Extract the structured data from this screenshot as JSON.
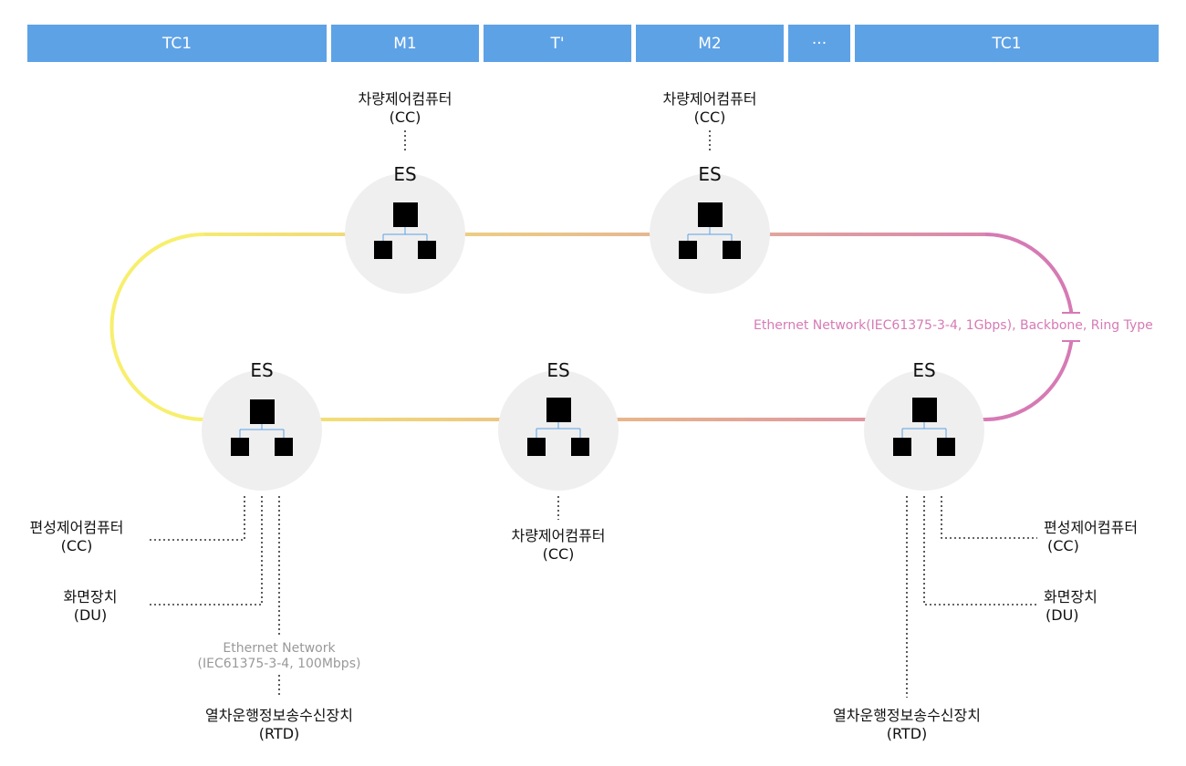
{
  "header": {
    "segments": [
      "TC1",
      "M1",
      "T'",
      "M2",
      "···",
      "TC1"
    ]
  },
  "switch_label": "ES",
  "top_labels": {
    "cc1": {
      "name": "차량제어컴퓨터",
      "abbr": "(CC)"
    },
    "cc2": {
      "name": "차량제어컴퓨터",
      "abbr": "(CC)"
    }
  },
  "middle_label": {
    "name": "차량제어컴퓨터",
    "abbr": "(CC)"
  },
  "left_labels": {
    "cc": {
      "name": "편성제어컴퓨터",
      "abbr": "(CC)"
    },
    "du": {
      "name": "화면장치",
      "abbr": "(DU)"
    },
    "rtd": {
      "name": "열차운행정보송수신장치",
      "abbr": "(RTD)"
    }
  },
  "right_labels": {
    "cc": {
      "name": "편성제어컴퓨터",
      "abbr": "(CC)"
    },
    "du": {
      "name": "화면장치",
      "abbr": "(DU)"
    },
    "rtd": {
      "name": "열차운행정보송수신장치",
      "abbr": "(RTD)"
    }
  },
  "local_network": {
    "line1": "Ethernet Network",
    "line2": "(IEC61375-3-4, 100Mbps)"
  },
  "backbone_network": "Ethernet Network(IEC61375-3-4, 1Gbps), Backbone, Ring Type",
  "colors": {
    "header": "#5ea2e6",
    "ring_yellow": "#f7ef6e",
    "ring_orange": "#e8b48c",
    "ring_pink": "#d67ab4",
    "node": "#efefef"
  }
}
